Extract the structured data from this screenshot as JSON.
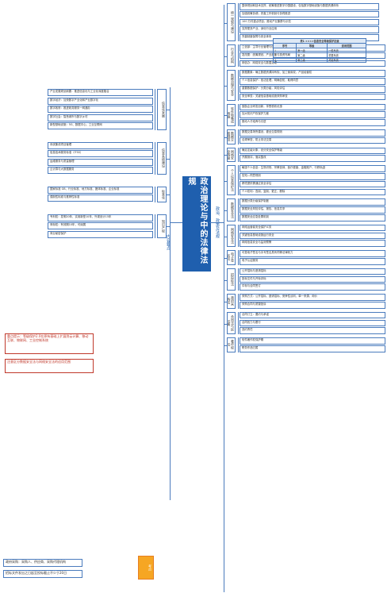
{
  "root": {
    "title": "政治理论与中的法律法规",
    "sub_right": "政治、政策及法规",
    "sub_left": "内容要点"
  },
  "right_groups": [
    {
      "label": "统一规划与建设",
      "items": [
        "整体规划和技术支撑，统筹推进数字中国建设，包括数字基础设施与数据资源体系",
        "加强统筹协调，完善工作机制与协同推进",
        "100 万件重点项目，推动产业集群与示范",
        "支撑更多产业、深化行业应用",
        "完善制度保障与安全体系"
      ]
    },
    {
      "label": "行业与机构",
      "items": [
        "工信部：主导行业管理与信息化标准",
        "发改委：统筹规划、产业政策与投资布局",
        "网信办：网络安全与数据治理"
      ]
    },
    {
      "label": "数据治理与安全",
      "items": [
        "数据要素：确立数据资源持有权、加工使用权、产品经营权",
        "个人信息保护：依法处理，明确告知，取得同意",
        "重要数据保护：分类分级，风险评估",
        "安全审查：关键信息基础设施采购审查"
      ]
    },
    {
      "label": "软件和集成电路",
      "items": [
        "鼓励企业研发创新，享受税收优惠",
        "加大知识产权保护力度",
        "推动人才培养与引进"
      ]
    },
    {
      "label": "数据交易规范",
      "items": [
        "数据交易场所建设，健全交易规则",
        "合规审查，防止非法交易"
      ]
    },
    {
      "label": "网络安全等级保护",
      "items": [
        "确定定级对象，划分安全保护等级",
        "开展测评，落实整改"
      ]
    },
    {
      "label": "个人信息保护法",
      "items": [
        "敏感个人信息：生物识别、宗教信仰、医疗健康、金融账户、行踪轨迹",
        "告知—同意规则",
        "跨境提供需通过安全评估",
        "个人权利：查阅、复制、更正、删除"
      ]
    },
    {
      "label": "数据安全法",
      "items": [
        "数据分类分级保护制度",
        "数据安全风险评估、报告、信息共享",
        "数据安全应急处置机制"
      ]
    },
    {
      "label": "网络安全法",
      "items": [
        "网络运营者安全保护义务",
        "关键信息基础设施运行安全",
        "网络信息安全与监测预警"
      ]
    },
    {
      "label": "电子签名法",
      "items": [
        "可靠电子签名与手写签名具有同等法律效力",
        "电子认证服务"
      ]
    },
    {
      "label": "招投标法",
      "items": [
        "公开招标与邀请招标",
        "投标文件与开标评标",
        "中标与合同签订"
      ]
    },
    {
      "label": "政府采购法",
      "items": [
        "采购方式：公开招标、邀请招标、竞争性谈判、单一来源、询价",
        "采购合同与质疑投诉"
      ]
    },
    {
      "label": "合同法与民法典",
      "items": [
        "合同订立：要约与承诺",
        "合同效力与履行",
        "违约责任"
      ]
    },
    {
      "label": "著作权法",
      "items": [
        "软件著作权保护期",
        "职务作品归属"
      ]
    }
  ],
  "table": {
    "title": "表1 ××××信息安全等级保护定级",
    "headers": [
      "序号",
      "等级",
      "适用范围"
    ],
    "rows": [
      [
        "1",
        "第一级",
        "一般系统"
      ],
      [
        "2",
        "第二级",
        "重要系统"
      ],
      [
        "3",
        "第三级",
        "关键系统"
      ]
    ]
  },
  "left_groups": [
    {
      "label": "信息化发展",
      "items": [
        "产业发展规划纲要：推进信息化与工业化深度融合",
        "数字经济：加快数字产业化和产业数字化",
        "数字政府：推进政务服务一网通办",
        "数字社会：智慧城市与数字乡村",
        "新型基础设施：5G、数据中心、工业互联网"
      ]
    },
    {
      "label": "信息系统建设",
      "items": [
        "系统集成项目管理",
        "信息技术服务标准（ITSS）",
        "运维服务与质量管理",
        "云计算与大数据服务"
      ]
    },
    {
      "label": "标准化",
      "items": [
        "国家标准 GB、行业标准、地方标准、团体标准、企业标准",
        "强制性标准与推荐性标准"
      ]
    },
    {
      "label": "知识产权",
      "items": [
        "专利权：发明20年、实用新型10年、外观设计15年",
        "商标权：有效期10年，可续展",
        "商业秘密保护"
      ]
    }
  ],
  "red_notes": [
    "重点提示：等级保护2.0在原有基础上扩展到云计算、移动互联、物联网、工业控制系统",
    "注意区分数据安全法与网络安全法的适用范围"
  ],
  "orange_note": {
    "label": "考点"
  },
  "bottom_notes": [
    "政府采购：采购人、供应商、采购代理机构",
    "招标文件发出之日起至投标截止不少于20日"
  ]
}
